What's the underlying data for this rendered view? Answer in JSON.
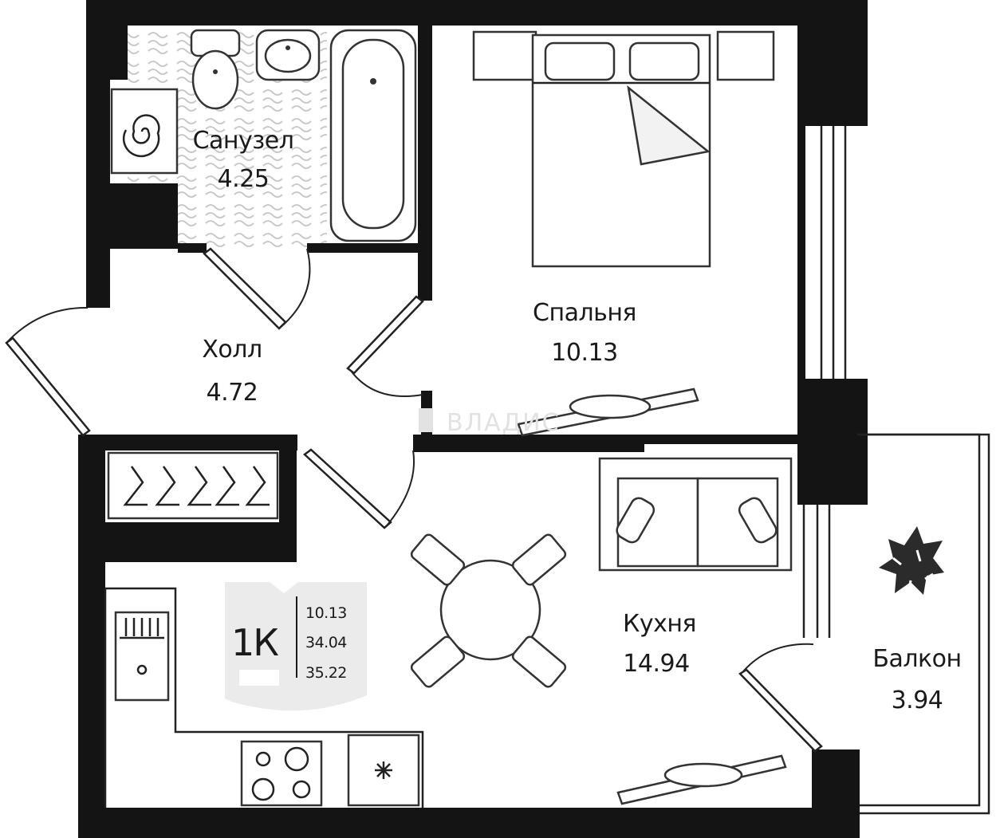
{
  "rooms": {
    "bathroom": {
      "name": "Санузел",
      "area": "4.25"
    },
    "hall": {
      "name": "Холл",
      "area": "4.72"
    },
    "bedroom": {
      "name": "Спальня",
      "area": "10.13"
    },
    "kitchen": {
      "name": "Кухня",
      "area": "14.94"
    },
    "balcony": {
      "name": "Балкон",
      "area": "3.94"
    }
  },
  "badge": {
    "type": "1К",
    "values": [
      "10.13",
      "34.04",
      "35.22"
    ]
  },
  "watermark": "ВЛАДИС",
  "colors": {
    "wall": "#141414",
    "line": "#222222",
    "tile": "#c9c9c9",
    "background": "#ffffff"
  },
  "icons": [
    "washing-machine-icon",
    "toilet-icon",
    "sink-icon",
    "bathtub-icon",
    "bed-icon",
    "hanger-icon",
    "armchair-icon",
    "dining-table-icon",
    "plant-icon",
    "kitchen-sink-icon",
    "cooktop-icon",
    "fridge-icon",
    "ac-icon"
  ]
}
